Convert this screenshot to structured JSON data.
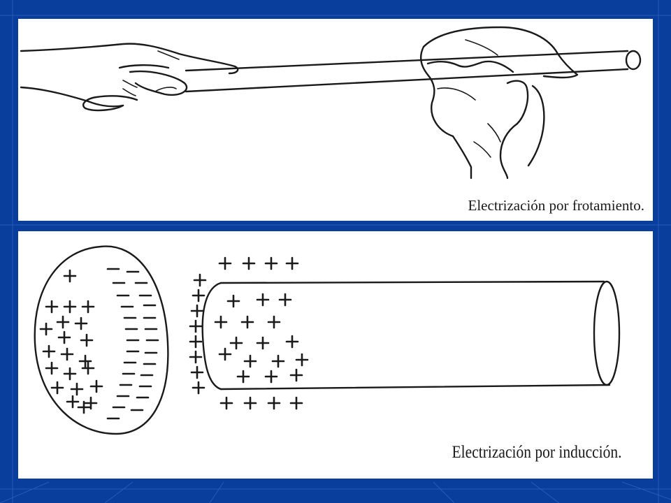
{
  "slide": {
    "background_color": "#0a3e9c",
    "grid_color": "#3c72d6"
  },
  "figures": [
    {
      "id": "rubbing",
      "caption": "Electrización por frotamiento.",
      "icon": "hand-rubbing-rod-icon"
    },
    {
      "id": "induction",
      "caption": "Electrización por inducción.",
      "icon": "charged-sphere-and-rod-icon",
      "charges": {
        "sphere_left": "+",
        "sphere_right": "−",
        "rod": "+"
      }
    }
  ]
}
